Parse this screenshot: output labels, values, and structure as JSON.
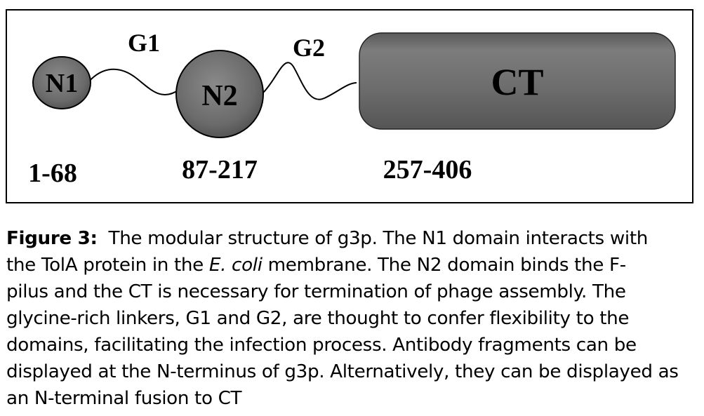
{
  "diagram": {
    "domains": [
      {
        "id": "N1",
        "label": "N1",
        "range": "1-68",
        "fill_color": "#6e6e6e"
      },
      {
        "id": "N2",
        "label": "N2",
        "range": "87-217",
        "fill_color": "#6e6e6e"
      },
      {
        "id": "CT",
        "label": "CT",
        "range": "257-406",
        "fill_color": "#6e6e6e"
      }
    ],
    "linkers": [
      {
        "id": "G1",
        "label": "G1"
      },
      {
        "id": "G2",
        "label": "G2"
      }
    ]
  },
  "caption": {
    "figure_label": "Figure 3:",
    "line1_text": "  The modular structure of g3p. The N1 domain interacts with",
    "line2_before_italic": "the TolA protein in the ",
    "line2_italic": "E. coli",
    "line2_after_italic": " membrane. The N2 domain binds the F-",
    "line3": "pilus and the CT is necessary for termination of phage assembly. The",
    "line4": "glycine-rich linkers, G1 and G2, are thought to confer flexibility to the",
    "line5": "domains, facilitating the infection process. Antibody fragments can be",
    "line6": "displayed at the N-terminus of g3p. Alternatively, they can be displayed as",
    "line7": "an N-terminal fusion to CT"
  }
}
